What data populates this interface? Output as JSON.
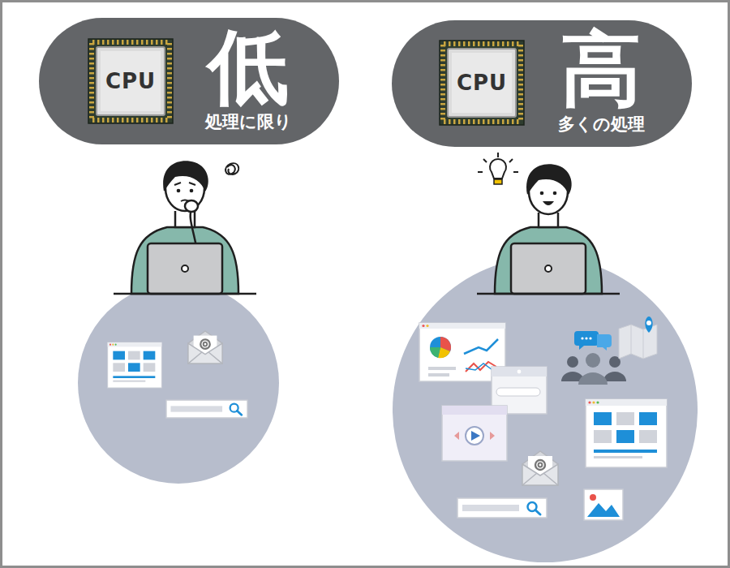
{
  "diagram": {
    "nodes": [
      {
        "text": [
          "低",
          "処理に限り"
        ]
      },
      {
        "text": [
          "CPU"
        ],
        "in": 0
      },
      {
        "text": [
          "高",
          "多くの処理"
        ]
      },
      {
        "text": [
          "CPU"
        ],
        "in": 2
      }
    ]
  }
}
